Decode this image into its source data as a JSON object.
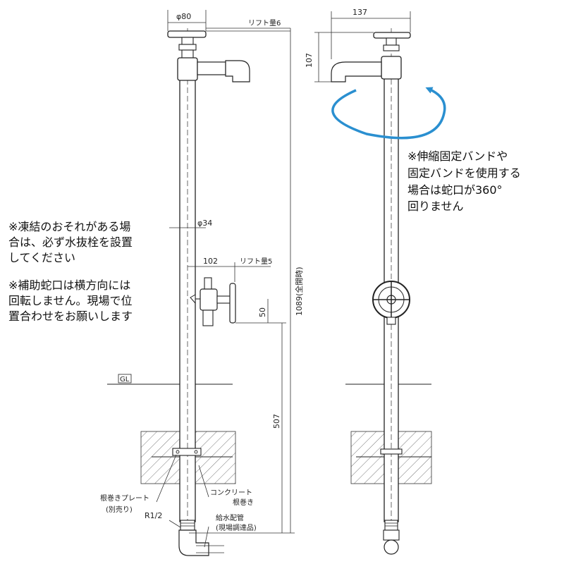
{
  "dimensions": {
    "top_diameter": "φ80",
    "lift_top": "リフト量6",
    "width_side": "137",
    "height_side": "107",
    "pipe_diameter": "φ34",
    "aux_offset": "102",
    "lift_aux": "リフト量5",
    "aux_height": "50",
    "total_height": "1089(全開時)",
    "below_ground": "507"
  },
  "labels": {
    "gl": "GL",
    "root_plate_1": "根巻きプレート",
    "root_plate_2": "(別売り)",
    "thread": "R1/2",
    "concrete_1": "コンクリート",
    "concrete_2": "根巻き",
    "supply_1": "給水配管",
    "supply_2": "(現場調達品)"
  },
  "notes": {
    "freeze": [
      "※凍結のおそれがある場",
      "合は、必ず水抜栓を設置",
      "してください"
    ],
    "aux": [
      "※補助蛇口は横方向には",
      "回転しません。現場で位",
      "置合わせをお願いします"
    ],
    "rotation": [
      "※伸縮固定バンドや",
      "固定バンドを使用する",
      "場合は蛇口が360°",
      "回りません"
    ]
  },
  "colors": {
    "rotation_arrow": "#2a8fd0",
    "line": "#222222"
  }
}
